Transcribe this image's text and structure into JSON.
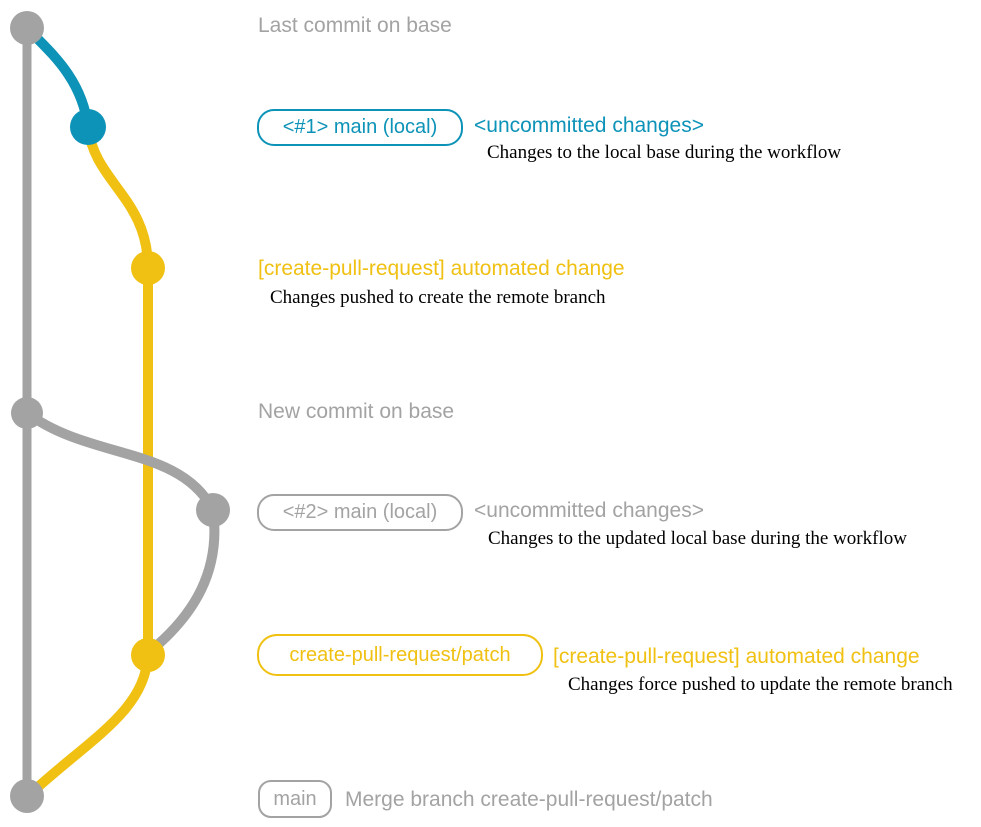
{
  "colors": {
    "gray": "#a3a3a3",
    "teal": "#0d93b8",
    "yellow": "#f0c112",
    "description_text": "#000000"
  },
  "sections": {
    "last_commit": {
      "title": "Last commit on base"
    },
    "main_local_1": {
      "badge": "<#1> main (local)",
      "status": "<uncommitted changes>",
      "description": "Changes to the local base during the workflow"
    },
    "automated_change_1": {
      "title": "[create-pull-request] automated change",
      "description": "Changes pushed to create the remote branch"
    },
    "new_commit": {
      "title": "New commit on base"
    },
    "main_local_2": {
      "badge": "<#2> main (local)",
      "status": "<uncommitted changes>",
      "description": "Changes to the updated local base during the workflow"
    },
    "automated_change_2": {
      "badge": "create-pull-request/patch",
      "title": "[create-pull-request] automated change",
      "description": "Changes force pushed to update the remote branch"
    },
    "merge": {
      "badge": "main",
      "message": "Merge branch create-pull-request/patch"
    }
  },
  "graph": {
    "branches": [
      {
        "name": "base",
        "color": "gray"
      },
      {
        "name": "main (local)",
        "color": "teal"
      },
      {
        "name": "create-pull-request/patch",
        "color": "yellow"
      }
    ]
  }
}
